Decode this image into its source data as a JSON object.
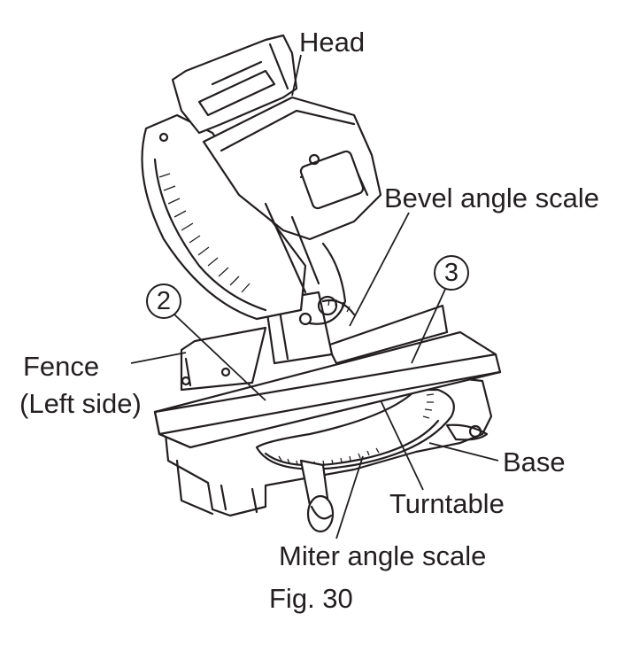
{
  "labels": {
    "head": "Head",
    "bevel_angle_scale": "Bevel angle scale",
    "fence_line1": "Fence",
    "fence_line2": "(Left side)",
    "base": "Base",
    "turntable": "Turntable",
    "miter_angle_scale": "Miter angle scale"
  },
  "callouts": {
    "two": "2",
    "three": "3"
  },
  "caption": "Fig. 30",
  "colors": {
    "ink": "#231f20",
    "paper": "#ffffff"
  }
}
